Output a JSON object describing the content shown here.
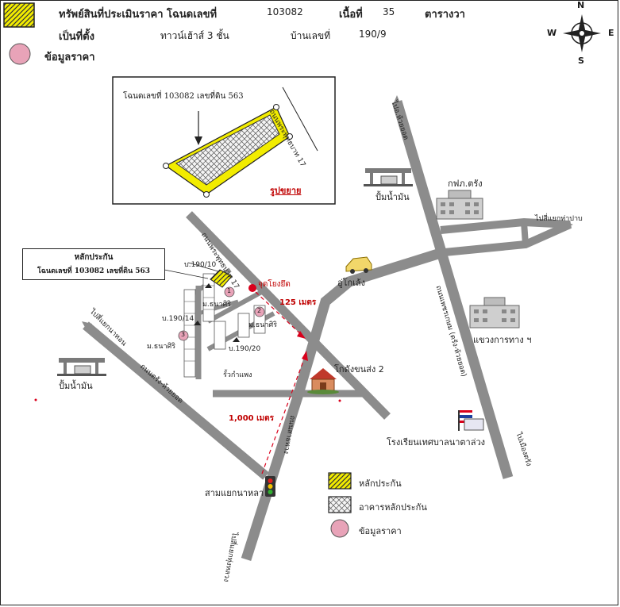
{
  "header": {
    "asset_label": "ทรัพย์สินที่ประเมินราคา โฉนดเลขที่",
    "deed_no": "103082",
    "area_label": "เนื้อที่",
    "area_value": "35",
    "area_unit": "ตารางวา",
    "location_label": "เป็นที่ตั้ง",
    "building_type": "ทาวน์เฮ้าส์ 3 ชั้น",
    "house_no_label": "บ้านเลขที่",
    "house_no": "190/9",
    "price_data_label": "ข้อมูลราคา"
  },
  "compass": {
    "n": "N",
    "s": "S",
    "e": "E",
    "w": "W"
  },
  "inset": {
    "deed_caption": "โฉนดเลขที่ 103082 เลขที่ดิน 563",
    "road": "ถนนพระพุทธบาท 17",
    "enlarge": "รูปขยาย"
  },
  "collateral_box": {
    "line1": "หลักประกัน",
    "line2": "โฉนดเลขที่ 103082 เลขที่ดิน 563"
  },
  "labels": {
    "road_to_top": "ไปอ.ห้วยยอด",
    "gas_top": "ปั้มน้ำมัน",
    "gas_left": "ปั้มน้ำมัน",
    "power_office": "กฟภ.ตรัง",
    "to_thapan": "ไปสี่แยกท่าปาบ",
    "garage": "อู่โกเล้ง",
    "hwy_office": "แขวงการทาง ฯ",
    "road_pett": "ถนนเพชรเกษม (ตรัง-ห้วยยอด)",
    "to_muang": "ไปเมืองตรัง",
    "school": "โรงเรียนเทศบาลนาตาล่วง",
    "transport": "โกดังขนส่ง 2",
    "road_trang_hy": "ถนนตรัง-ห้วยยอด",
    "to_nakok": "ไปสี่แยกนาหอน",
    "road_sai": "ถนนสายทาง",
    "to_plai": "ไปสี่แยกทุ่งหลวง",
    "junction": "สามแยกนาหลา",
    "start_point": "จุดโยงยึด",
    "dist_125": "125 เมตร",
    "dist_1000": "1,000 เมตร",
    "road_moo": "ถนนพระพุทธบาท 17",
    "wall": "รั้วกำแพง",
    "moo1": "ม.ธนาศิริ",
    "moo2": "ม.ธนาศิริ",
    "moo3": "ม.ธนาศิริ",
    "b190_10": "บ.190/10",
    "b190_14": "บ.190/14",
    "b190_20": "บ.190/20",
    "m1": "1",
    "m2": "2",
    "m3": "3"
  },
  "legend": {
    "collateral": "หลักประกัน",
    "building": "อาคารหลักประกัน",
    "price_data": "ข้อมูลราคา"
  },
  "colors": {
    "road": "#8c8c8c",
    "collateral_yellow": "#f2ec00",
    "price_pink": "#e8a3b8",
    "marker_red": "#d9001b"
  }
}
